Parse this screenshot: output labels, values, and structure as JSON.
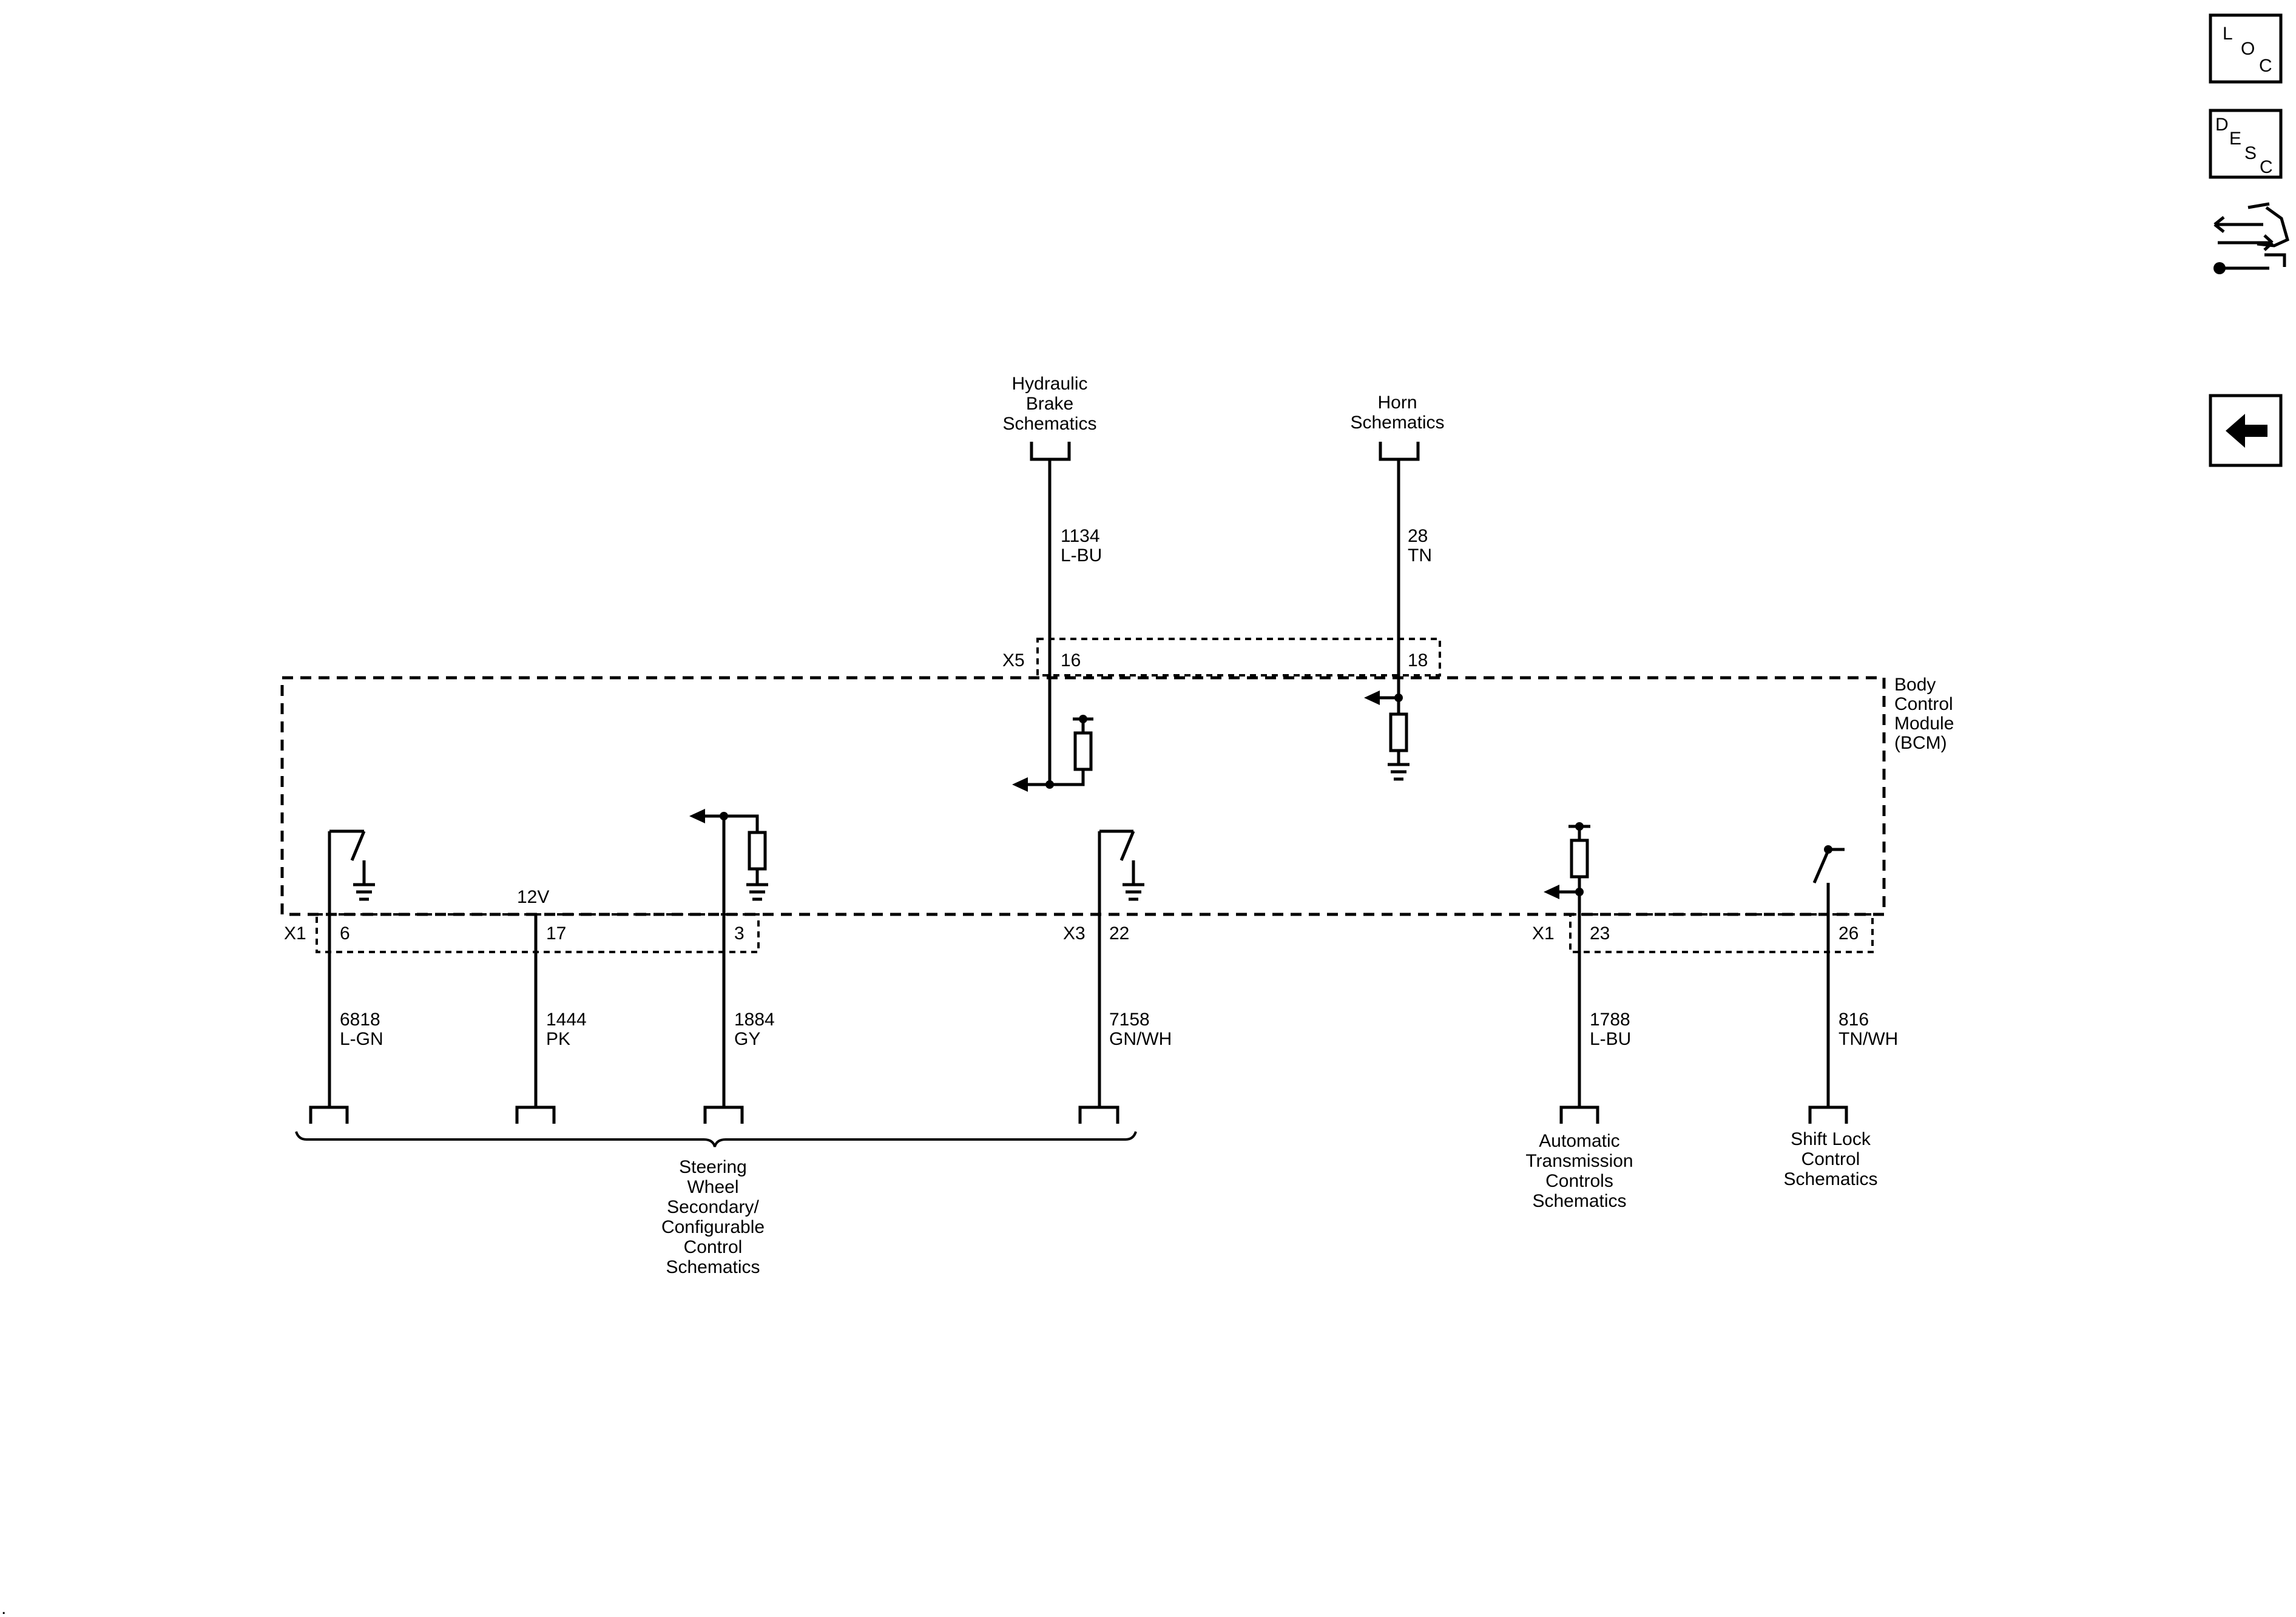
{
  "nav": {
    "loc": {
      "l": "L",
      "o": "O",
      "c": "C"
    },
    "desc": {
      "d": "D",
      "e": "E",
      "s": "S",
      "c": "C"
    },
    "hand_icon": "hand-with-wrench-icon",
    "back_icon": "back-arrow-icon"
  },
  "module": {
    "label": [
      "Body",
      "Control",
      "Module",
      "(BCM)"
    ]
  },
  "connectors": {
    "x5": "X5",
    "x1_left": "X1",
    "x3": "X3",
    "x1_right": "X1"
  },
  "top_circuits": [
    {
      "dest": [
        "Hydraulic",
        "Brake",
        "Schematics"
      ],
      "circuit": "1134",
      "color": "L-BU",
      "pin": "16"
    },
    {
      "dest": [
        "Horn",
        "Schematics"
      ],
      "circuit": "28",
      "color": "TN",
      "pin": "18"
    }
  ],
  "bottom_circuits": [
    {
      "pin": "6",
      "circuit": "6818",
      "color": "L-GN"
    },
    {
      "pin": "17",
      "circuit": "1444",
      "color": "PK",
      "voltage": "12V"
    },
    {
      "pin": "3",
      "circuit": "1884",
      "color": "GY"
    },
    {
      "pin": "22",
      "circuit": "7158",
      "color": "GN/WH"
    },
    {
      "pin": "23",
      "circuit": "1788",
      "color": "L-BU"
    },
    {
      "pin": "26",
      "circuit": "816",
      "color": "TN/WH"
    }
  ],
  "destinations": {
    "steering": [
      "Steering",
      "Wheel",
      "Secondary/",
      "Configurable",
      "Control",
      "Schematics"
    ],
    "transmission": [
      "Automatic",
      "Transmission",
      "Controls",
      "Schematics"
    ],
    "shift_lock": [
      "Shift Lock",
      "Control",
      "Schematics"
    ]
  },
  "corner_mark": "."
}
